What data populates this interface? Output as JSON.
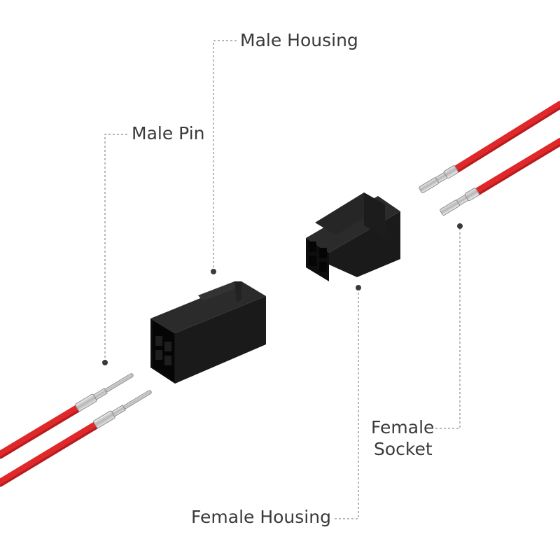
{
  "labels": {
    "male_housing": "Male Housing",
    "male_pin": "Male Pin",
    "female_socket_line1": "Female",
    "female_socket_line2": "Socket",
    "female_housing": "Female Housing"
  },
  "colors": {
    "wire": "#e0282a",
    "housing": "#141414",
    "metal": "#c9c9c9",
    "leader": "#8a8a8a",
    "label_text": "#3a3a3a"
  }
}
